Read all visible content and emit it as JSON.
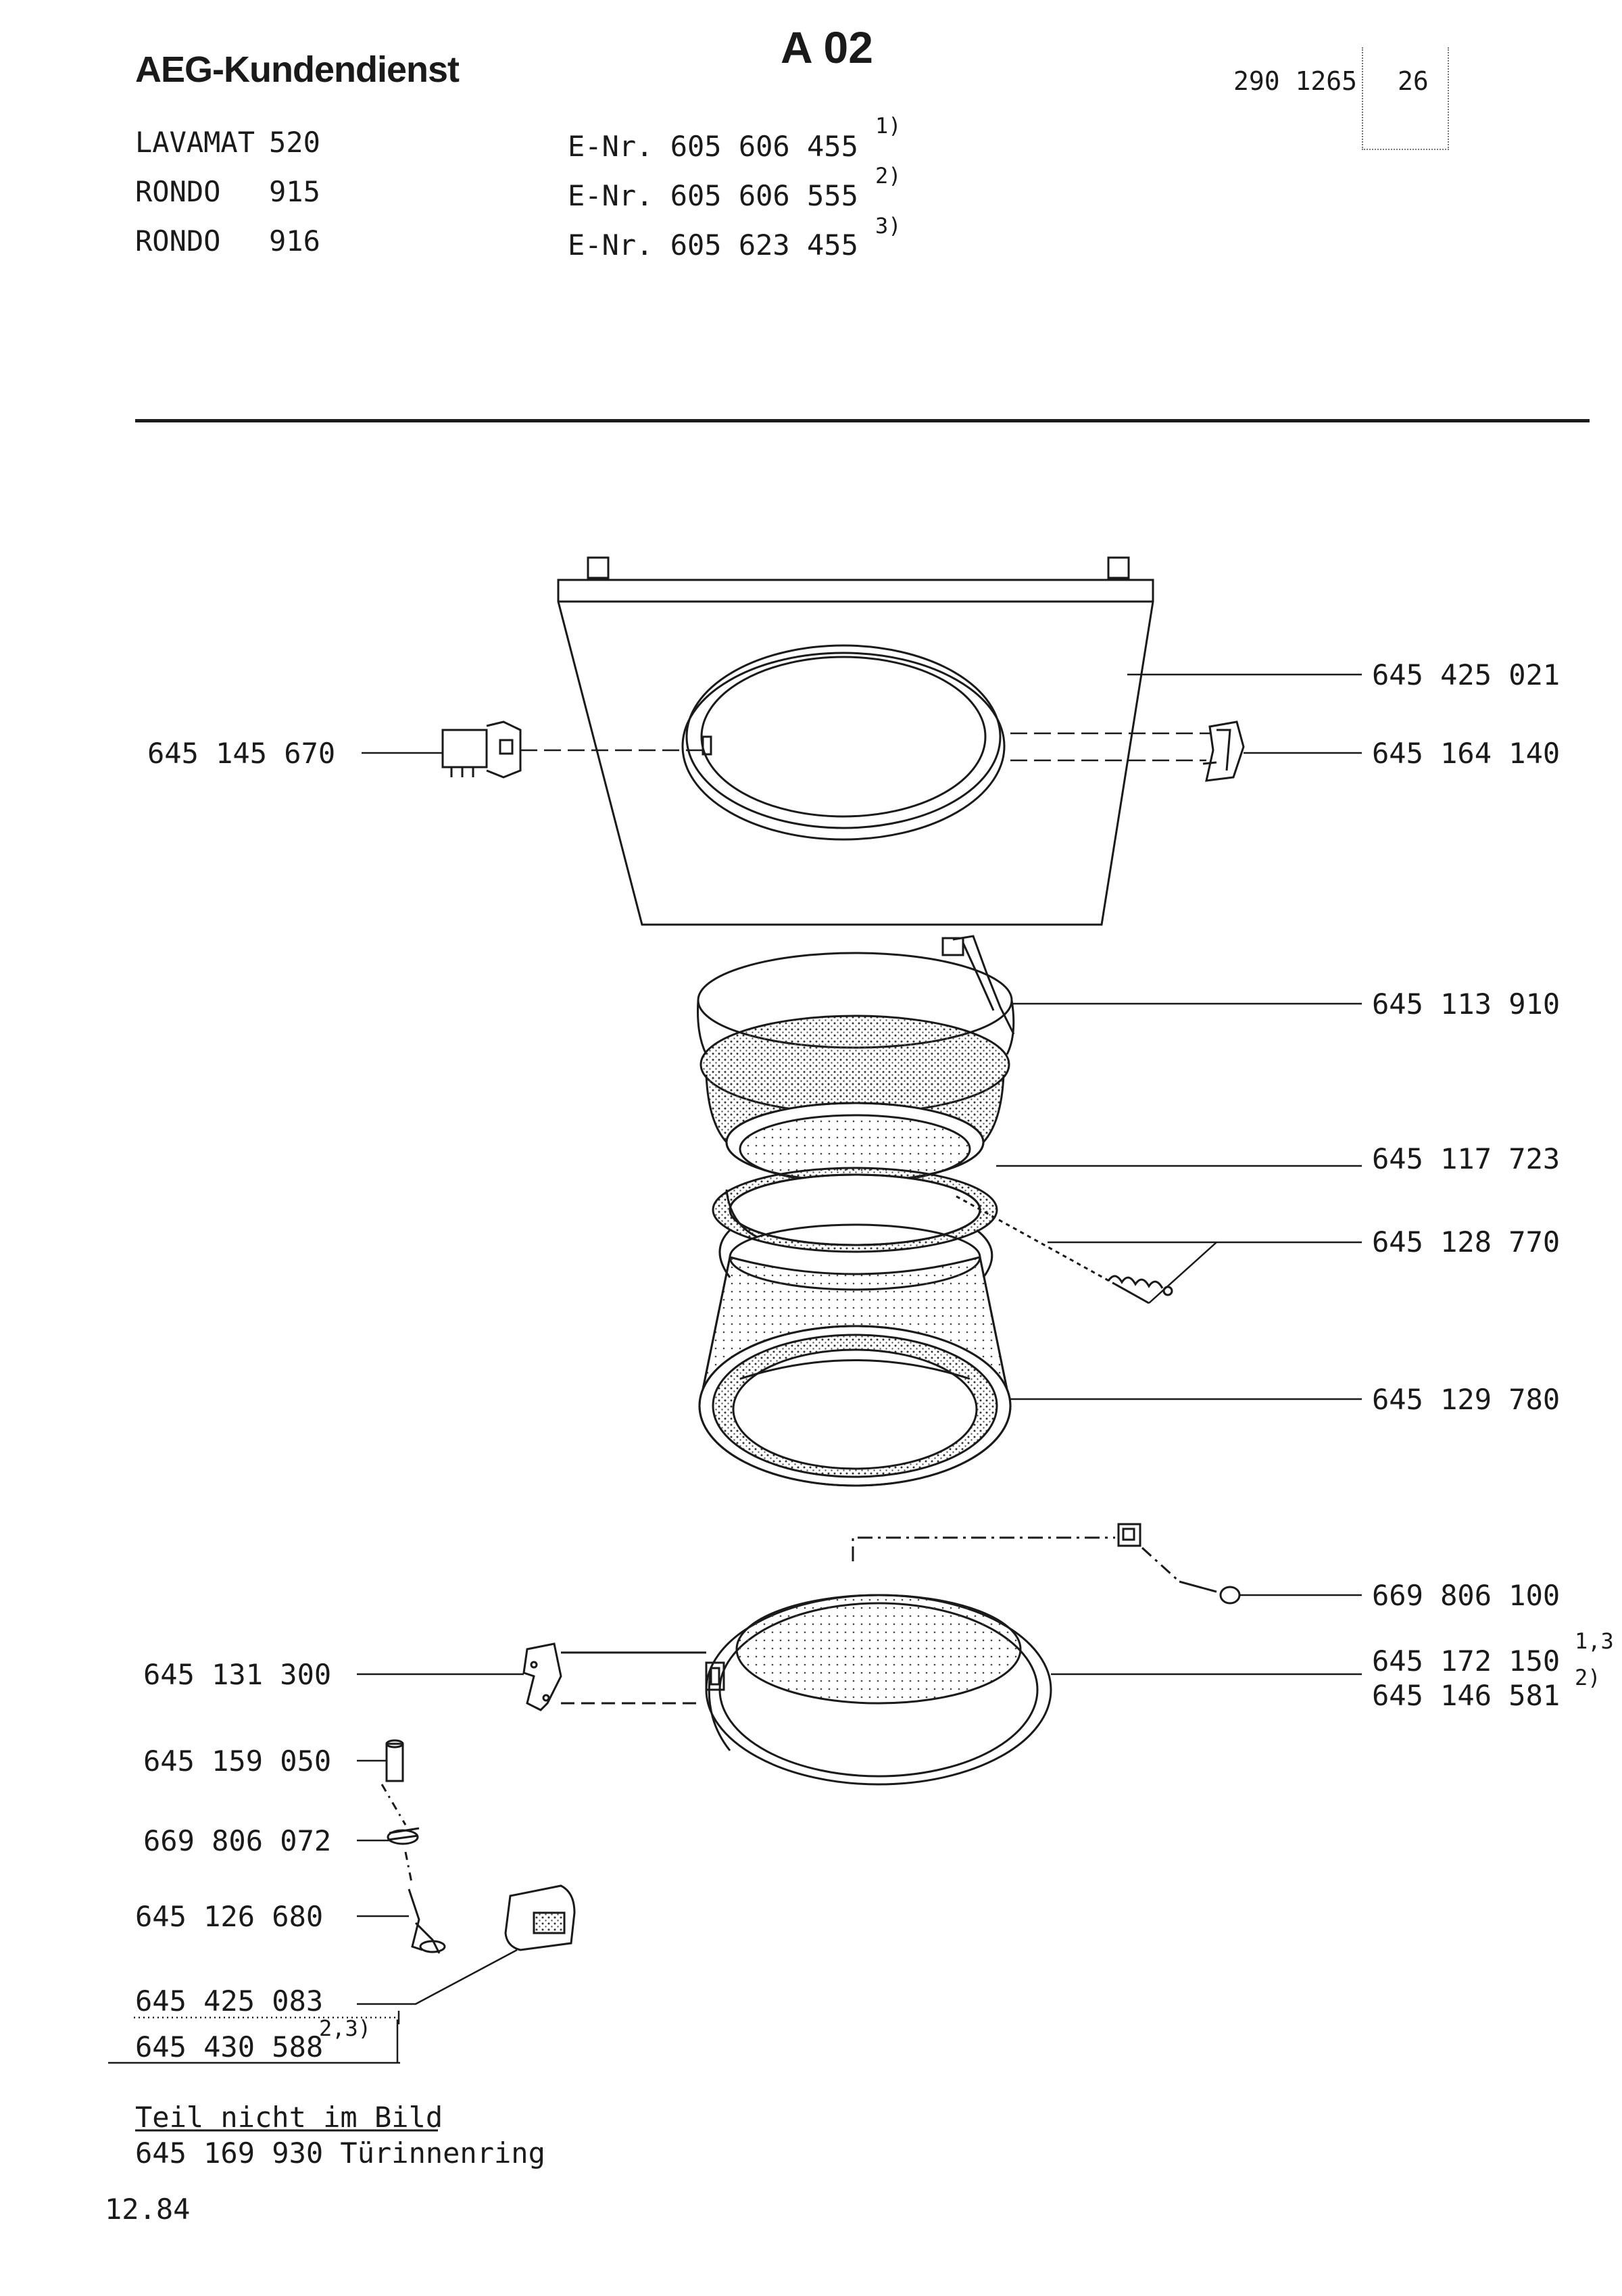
{
  "header": {
    "brand": "AEG-Kundendienst",
    "section_code": "A 02",
    "doc_number_a": "290 1265",
    "doc_number_b": "26"
  },
  "models": [
    {
      "name": "LAVAMAT",
      "model": "520",
      "enr": "E-Nr. 605 606 455",
      "ref": "1)"
    },
    {
      "name": "RONDO",
      "model": "915",
      "enr": "E-Nr. 605 606 555",
      "ref": "2)"
    },
    {
      "name": "RONDO",
      "model": "916",
      "enr": "E-Nr. 605 623 455",
      "ref": "3)"
    }
  ],
  "parts": {
    "front_panel": "645 425 021",
    "door_lock": "645 145 670",
    "hinge_bracket": "645 164 140",
    "door_seal_clamp": "645 113 910",
    "seal_ring": "645 117 723",
    "tension_spring": "645 128 770",
    "inner_bowl": "645 129 780",
    "screw": "669 806 100",
    "door_ring_1": "645 172 150",
    "door_ring_1_ref": "1,3",
    "door_ring_2": "645 146 581",
    "door_ring_2_ref": "2)",
    "hinge": "645 131 300",
    "pin": "645 159 050",
    "spring_washer": "669 806 072",
    "bolt": "645 126 680",
    "handle_1": "645 425 083",
    "handle_2": "645 430 588",
    "handle_2_ref": "2,3)"
  },
  "footnote": {
    "heading": "Teil nicht im Bild",
    "line": "645 169 930 Türinnenring"
  },
  "date": "12.84"
}
